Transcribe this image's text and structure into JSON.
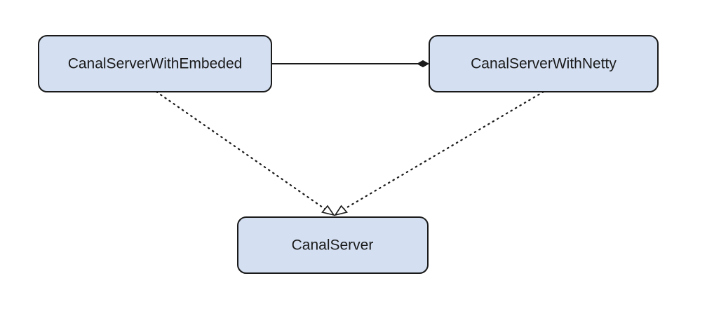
{
  "diagram": {
    "nodes": {
      "embedded": {
        "label": "CanalServerWithEmbeded"
      },
      "netty": {
        "label": "CanalServerWithNetty"
      },
      "server": {
        "label": "CanalServer"
      }
    },
    "edges": [
      {
        "from": "netty",
        "to": "embedded",
        "kind": "composition"
      },
      {
        "from": "embedded",
        "to": "server",
        "kind": "realization"
      },
      {
        "from": "netty",
        "to": "server",
        "kind": "realization"
      }
    ],
    "colors": {
      "node_fill": "#d4e0f2",
      "node_stroke": "#1a1a1a",
      "edge": "#1a1a1a"
    }
  }
}
